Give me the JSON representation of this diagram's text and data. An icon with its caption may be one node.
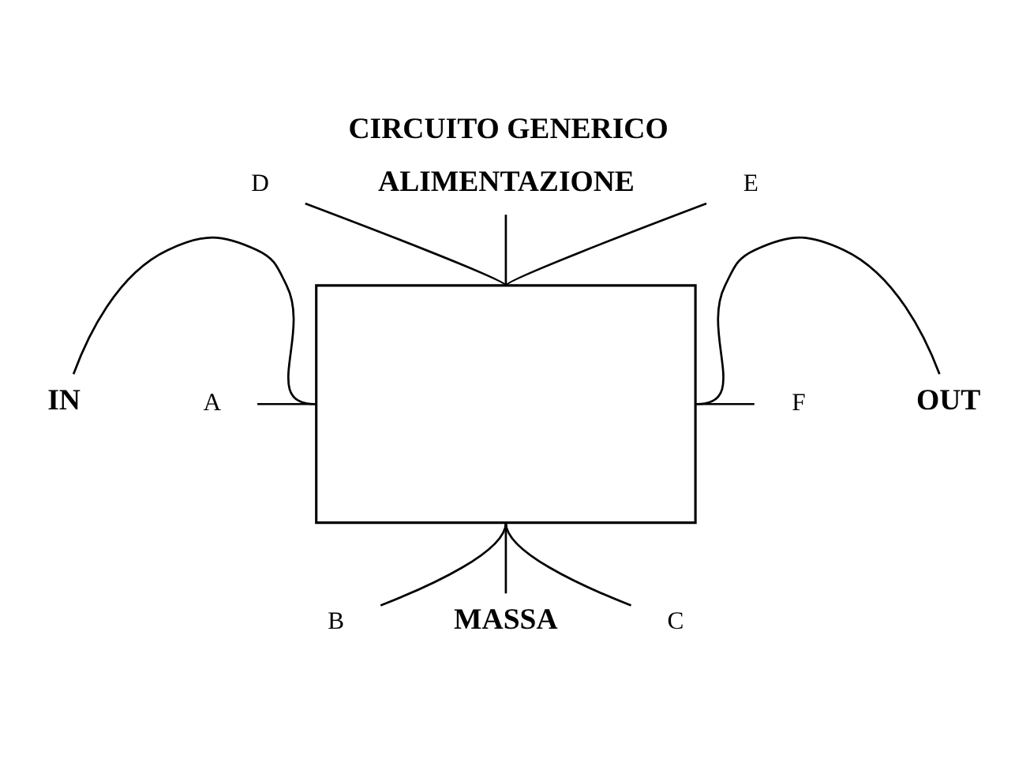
{
  "diagram": {
    "title": "CIRCUITO GENERICO",
    "nodes": [
      {
        "text": [],
        "shape": "box"
      },
      {
        "text": [
          "IN"
        ]
      },
      {
        "text": [
          "A"
        ]
      },
      {
        "text": [
          "D"
        ]
      },
      {
        "text": [
          "ALIMENTAZIONE"
        ]
      },
      {
        "text": [
          "E"
        ]
      },
      {
        "text": [
          "OUT"
        ]
      },
      {
        "text": [
          "F"
        ]
      },
      {
        "text": [
          "B"
        ]
      },
      {
        "text": [
          "MASSA"
        ]
      },
      {
        "text": [
          "C"
        ]
      }
    ],
    "edges": [
      {
        "from": 0,
        "to": 1,
        "arrow": "none"
      },
      {
        "from": 0,
        "to": 2,
        "arrow": "none"
      },
      {
        "from": 0,
        "to": 3,
        "arrow": "none"
      },
      {
        "from": 0,
        "to": 4,
        "arrow": "none"
      },
      {
        "from": 0,
        "to": 5,
        "arrow": "none"
      },
      {
        "from": 0,
        "to": 6,
        "arrow": "none"
      },
      {
        "from": 0,
        "to": 7,
        "arrow": "none"
      },
      {
        "from": 0,
        "to": 8,
        "arrow": "none"
      },
      {
        "from": 0,
        "to": 9,
        "arrow": "none"
      },
      {
        "from": 0,
        "to": 10,
        "arrow": "none"
      }
    ]
  }
}
